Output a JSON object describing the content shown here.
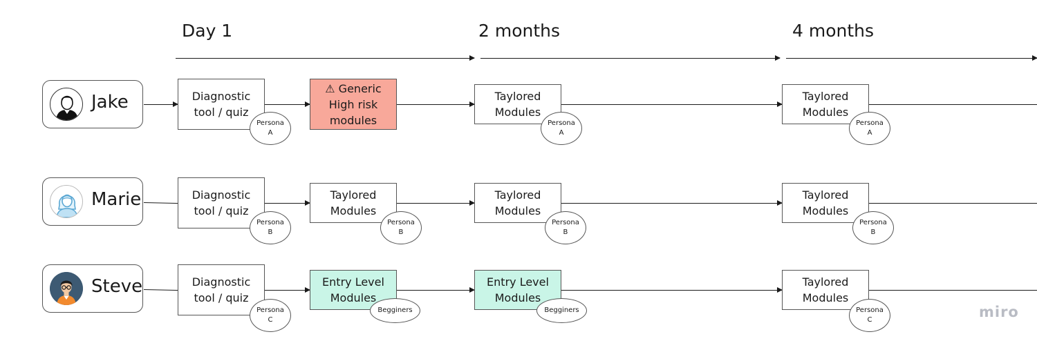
{
  "phases": [
    "Day 1",
    "2 months",
    "4 months"
  ],
  "rows": [
    {
      "name": "Jake",
      "avatar_icon": "man-avatar-icon",
      "steps": [
        {
          "label": "Diagnostic\ntool / quiz",
          "badge": "Persona\nA",
          "style": "plain"
        },
        {
          "label": "⚠ Generic\nHigh risk\nmodules",
          "badge": "",
          "style": "risk"
        },
        {
          "label": "Taylored\nModules",
          "badge": "Persona\nA",
          "style": "plain"
        },
        {
          "label": "Taylored\nModules",
          "badge": "Persona\nA",
          "style": "plain"
        }
      ]
    },
    {
      "name": "Marie",
      "avatar_icon": "woman-avatar-icon",
      "steps": [
        {
          "label": "Diagnostic\ntool / quiz",
          "badge": "Persona\nB",
          "style": "plain"
        },
        {
          "label": "Taylored\nModules",
          "badge": "Persona\nB",
          "style": "plain"
        },
        {
          "label": "Taylored\nModules",
          "badge": "Persona\nB",
          "style": "plain"
        },
        {
          "label": "Taylored\nModules",
          "badge": "Persona\nB",
          "style": "plain"
        }
      ]
    },
    {
      "name": "Steve",
      "avatar_icon": "man-glasses-avatar-icon",
      "steps": [
        {
          "label": "Diagnostic\ntool / quiz",
          "badge": "Persona\nC",
          "style": "plain"
        },
        {
          "label": "Entry Level\nModules",
          "badge": "Begginers",
          "style": "entry"
        },
        {
          "label": "Entry Level\nModules",
          "badge": "Begginers",
          "style": "entry"
        },
        {
          "label": "Taylored\nModules",
          "badge": "Persona\nC",
          "style": "plain"
        }
      ]
    }
  ],
  "colors": {
    "risk": "#f8a89a",
    "entry": "#c9f5e7"
  },
  "brand": "miro"
}
